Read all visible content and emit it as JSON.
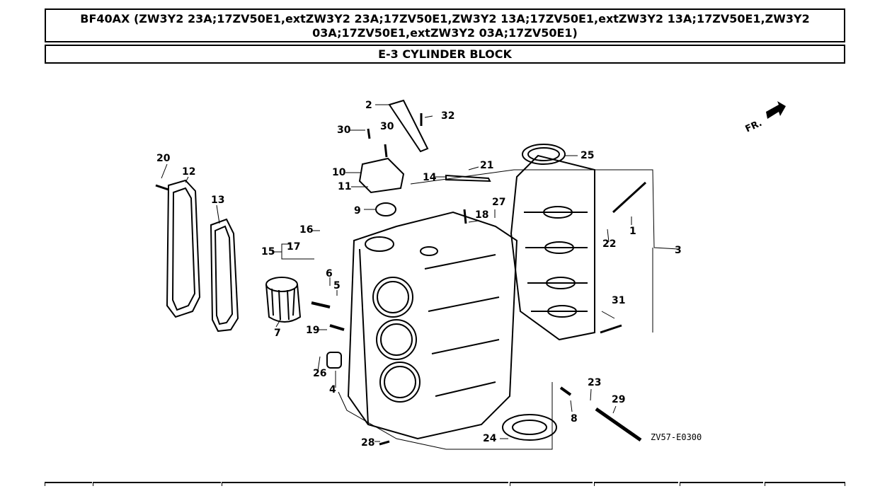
{
  "header": {
    "model_line_1": "BF40AX (ZW3Y2 23A;17ZV50E1,extZW3Y2 23A;17ZV50E1,ZW3Y2 13A;17ZV50E1,extZW3Y2 13A;17ZV50E1,ZW3Y2",
    "model_line_2": "03A;17ZV50E1,extZW3Y2 03A;17ZV50E1)",
    "section_title": "E-3 CYLINDER BLOCK"
  },
  "diagram": {
    "front_indicator": "FR.",
    "drawing_code": "ZV57-E0300",
    "callouts": [
      "1",
      "2",
      "3",
      "4",
      "5",
      "6",
      "7",
      "8",
      "9",
      "10",
      "11",
      "12",
      "13",
      "14",
      "15",
      "16",
      "17",
      "18",
      "19",
      "20",
      "21",
      "22",
      "23",
      "24",
      "25",
      "26",
      "27",
      "28",
      "29",
      "30",
      "30",
      "31",
      "32"
    ]
  }
}
